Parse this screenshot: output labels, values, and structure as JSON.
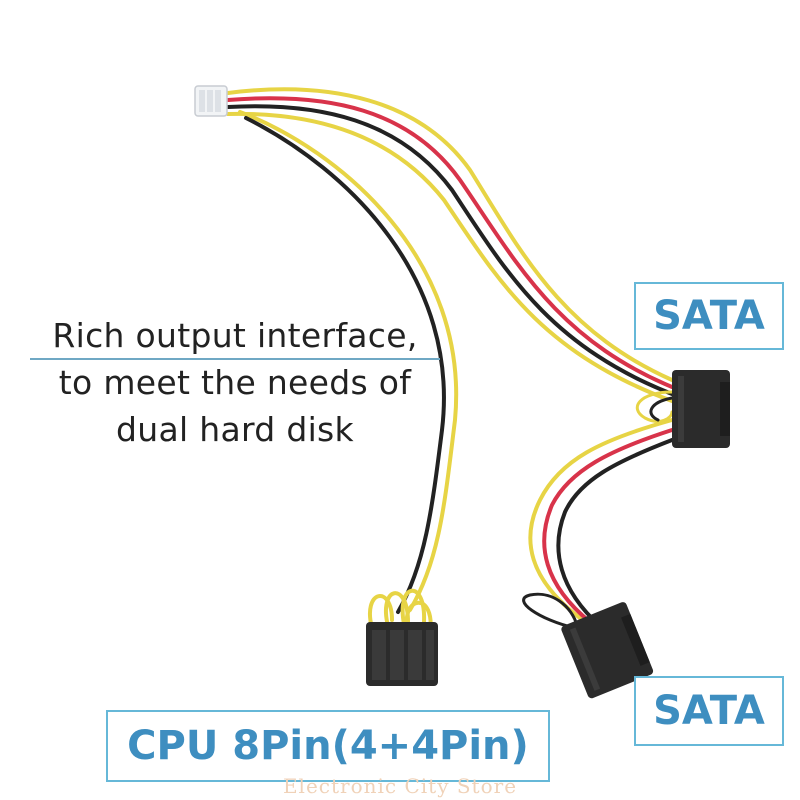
{
  "description": {
    "lines": [
      "Rich output interface,",
      "to meet the needs of",
      "dual hard disk"
    ]
  },
  "labels": {
    "sata_top": "SATA",
    "sata_bottom": "SATA",
    "cpu": "CPU 8Pin(4+4Pin)"
  },
  "watermark": "Electronic City Store",
  "colors": {
    "wire_yellow": "#e7d445",
    "wire_red": "#d8334a",
    "wire_black": "#222222",
    "connector_black": "#2b2b2b",
    "label_text": "#3e8ec0",
    "label_border": "#66b8d8"
  }
}
